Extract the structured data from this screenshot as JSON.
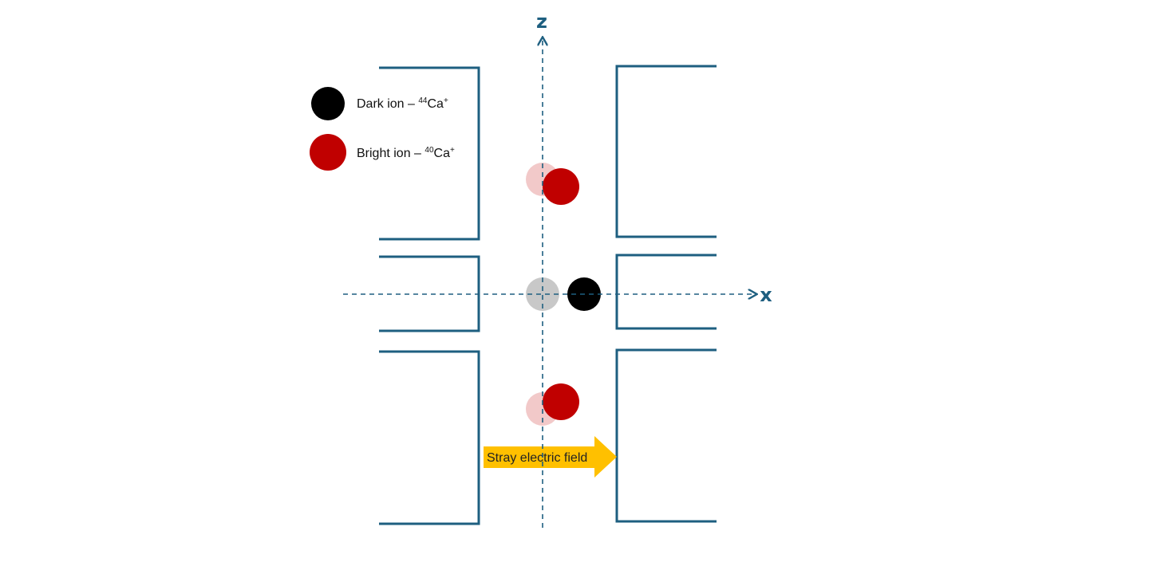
{
  "axes": {
    "z_label": "z",
    "x_label": "x"
  },
  "legend": {
    "dark": {
      "label": "Dark ion – ",
      "mass": "44",
      "element": "Ca",
      "charge": "+",
      "color": "#000000"
    },
    "bright": {
      "label": "Bright ion – ",
      "mass": "40",
      "element": "Ca",
      "charge": "+",
      "color": "#c00000"
    }
  },
  "field_arrow": {
    "label": "Stray electric field",
    "color": "#ffc000"
  },
  "colors": {
    "electrode": "#1e5f80",
    "faded_bright": "#f2c9c9",
    "faded_dark": "#c8c8c8"
  }
}
